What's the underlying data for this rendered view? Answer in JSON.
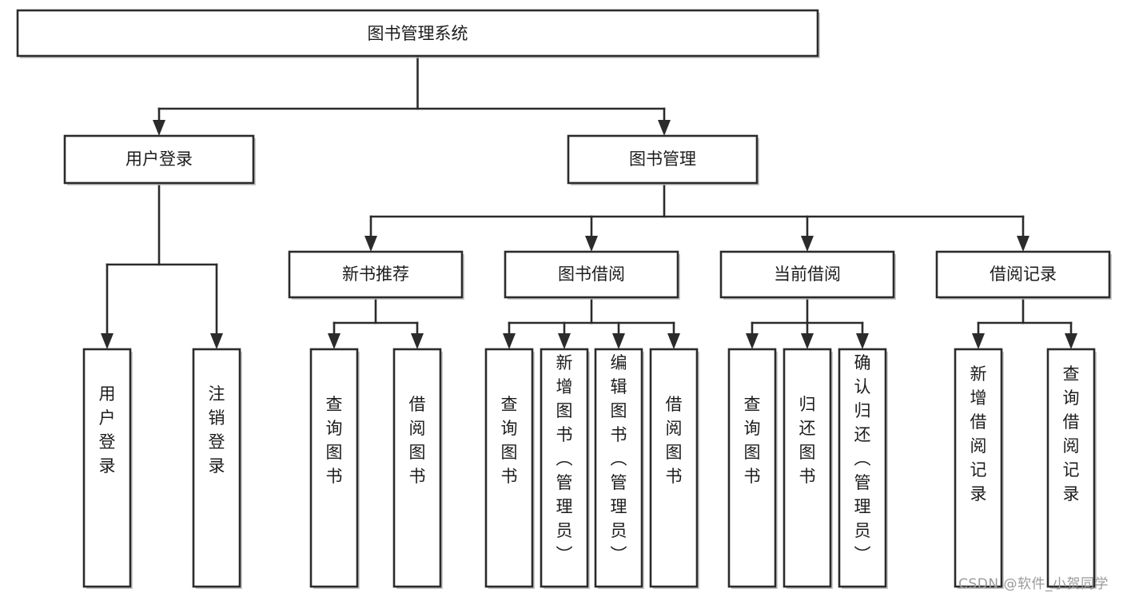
{
  "diagram": {
    "title": "图书管理系统",
    "type": "tree",
    "watermark": "CSDN @软件_小贺同学",
    "colors": {
      "stroke": "#2b2b2b",
      "fill": "#ffffff",
      "text": "#1c1c1c",
      "shadow": "#b9b9b9",
      "watermark": "#9a9a9a"
    },
    "root": {
      "label": "图书管理系统"
    },
    "level2": [
      {
        "label": "用户登录"
      },
      {
        "label": "图书管理"
      }
    ],
    "level3": [
      {
        "label": "新书推荐"
      },
      {
        "label": "图书借阅"
      },
      {
        "label": "当前借阅"
      },
      {
        "label": "借阅记录"
      }
    ],
    "leaves": {
      "user_login": [
        {
          "label": "用户登录"
        },
        {
          "label": "注销登录"
        }
      ],
      "new_book_recommend": [
        {
          "label": "查询图书"
        },
        {
          "label": "借阅图书"
        }
      ],
      "book_borrow": [
        {
          "label": "查询图书"
        },
        {
          "label": "新增图书（管理员）"
        },
        {
          "label": "编辑图书（管理员）"
        },
        {
          "label": "借阅图书"
        }
      ],
      "current_borrow": [
        {
          "label": "查询图书"
        },
        {
          "label": "归还图书"
        },
        {
          "label": "确认归还（管理员）"
        }
      ],
      "borrow_record": [
        {
          "label": "新增借阅记录"
        },
        {
          "label": "查询借阅记录"
        }
      ]
    }
  }
}
